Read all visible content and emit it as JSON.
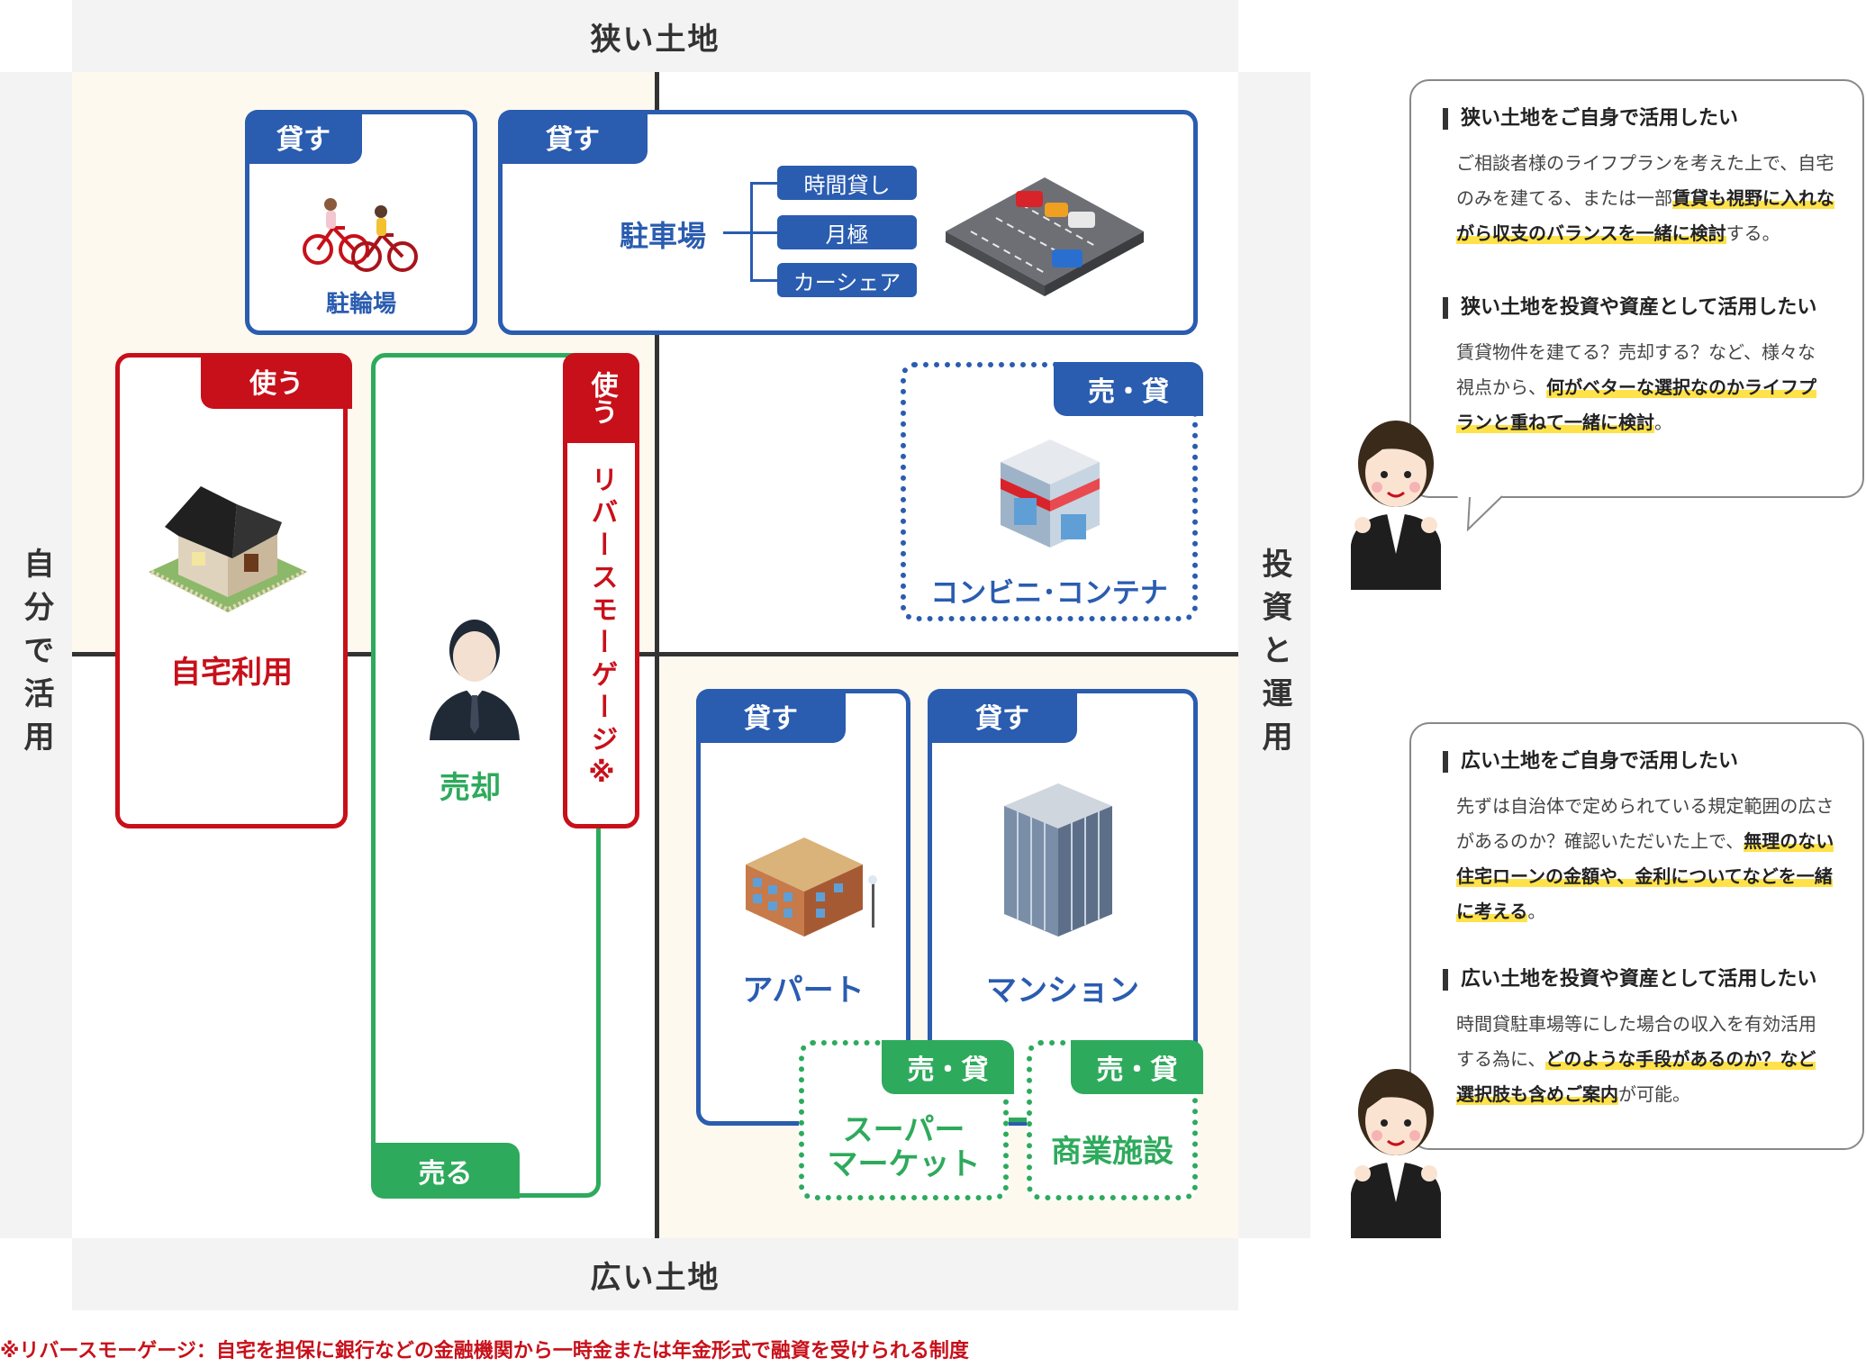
{
  "axes": {
    "top": "狭い土地",
    "bottom": "広い土地",
    "left": "自分で活用",
    "right": "投資と運用"
  },
  "cards": {
    "bicycle": {
      "tab": "貸す",
      "label": "駐輪場"
    },
    "parking": {
      "tab": "貸す",
      "label": "駐車場",
      "options": [
        "時間貸し",
        "月極",
        "カーシェア"
      ]
    },
    "convenience": {
      "tab": "売・貸",
      "label": "コンビニ･コンテナ"
    },
    "home": {
      "tab": "使う",
      "label": "自宅利用"
    },
    "sale": {
      "tab": "売る",
      "label": "売却"
    },
    "reverse": {
      "tab": "使う",
      "label": "リバースモーゲージ※"
    },
    "apartment": {
      "tab": "貸す",
      "label": "アパート"
    },
    "mansion": {
      "tab": "貸す",
      "label": "マンション"
    },
    "supermarket": {
      "tab": "売・貸",
      "label_line1": "スーパー",
      "label_line2": "マーケット"
    },
    "commercial": {
      "tab": "売・貸",
      "label": "商業施設"
    }
  },
  "bubbles": {
    "narrow": {
      "h1": "狭い土地をご自身で活用したい",
      "t1a": "ご相談者様のライフプランを考えた上で、自宅",
      "t1b_plain": "のみを建てる、または一部",
      "t1b_hl": "賃貸も視野に入れな",
      "t1c_hl": "がら収支のバランスを一緒に検討",
      "t1c_plain": "する。",
      "h2": "狭い土地を投資や資産として活用したい",
      "t2a": "賃貸物件を建てる？売却する？など、様々な",
      "t2b_plain": "視点から、",
      "t2b_hl": "何がベターな選択なのかライフプ",
      "t2c_hl": "ランと重ねて一緒に検討",
      "t2c_plain": "。"
    },
    "wide": {
      "h1": "広い土地をご自身で活用したい",
      "t1a": "先ずは自治体で定められている規定範囲の広さ",
      "t1b_plain": "があるのか？確認いただいた上で、",
      "t1b_hl": "無理のない",
      "t1c_hl": "住宅ローンの金額や、金利についてなどを一緒",
      "t1d_hl": "に考える",
      "t1d_plain": "。",
      "h2": "広い土地を投資や資産として活用したい",
      "t2a": "時間貸駐車場等にした場合の収入を有効活用",
      "t2b_plain": "する為に、",
      "t2b_hl": "どのような手段があるのか？など",
      "t2c_hl": "選択肢も含めご案内",
      "t2c_plain": "が可能。"
    }
  },
  "footnote": "※リバースモーゲージ：自宅を担保に銀行などの金融機関から一時金または年金形式で融資を受けられる制度",
  "colors": {
    "blue": "#2a5cb0",
    "red": "#c8101a",
    "green": "#2eaa5c",
    "highlight": "#ffe24a",
    "cream": "#fdf9ee",
    "band": "#f3f3f3"
  },
  "icons": [
    "bicycle-icon",
    "parking-lot-icon",
    "convenience-store-icon",
    "house-icon",
    "businessman-icon",
    "apartment-icon",
    "mansion-icon",
    "consultant-woman-icon"
  ]
}
